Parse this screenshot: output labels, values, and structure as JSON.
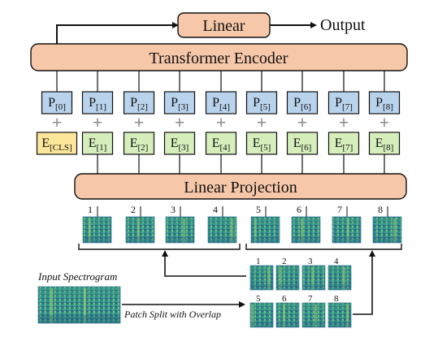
{
  "top": {
    "linear": "Linear",
    "output": "Output"
  },
  "encoder": {
    "label": "Transformer Encoder"
  },
  "projection": {
    "label": "Linear Projection"
  },
  "position_tokens": [
    {
      "base": "P",
      "sub": "[0]"
    },
    {
      "base": "P",
      "sub": "[1]"
    },
    {
      "base": "P",
      "sub": "[2]"
    },
    {
      "base": "P",
      "sub": "[3]"
    },
    {
      "base": "P",
      "sub": "[4]"
    },
    {
      "base": "P",
      "sub": "[5]"
    },
    {
      "base": "P",
      "sub": "[6]"
    },
    {
      "base": "P",
      "sub": "[7]"
    },
    {
      "base": "P",
      "sub": "[8]"
    }
  ],
  "embed_tokens": [
    {
      "base": "E",
      "sub": "[CLS]"
    },
    {
      "base": "E",
      "sub": "[1]"
    },
    {
      "base": "E",
      "sub": "[2]"
    },
    {
      "base": "E",
      "sub": "[3]"
    },
    {
      "base": "E",
      "sub": "[4]"
    },
    {
      "base": "E",
      "sub": "[5]"
    },
    {
      "base": "E",
      "sub": "[6]"
    },
    {
      "base": "E",
      "sub": "[7]"
    },
    {
      "base": "E",
      "sub": "[8]"
    }
  ],
  "plus_sign": "+",
  "patch_numbers": [
    "1",
    "2",
    "3",
    "4",
    "5",
    "6",
    "7",
    "8"
  ],
  "split_numbers": [
    "1",
    "2",
    "3",
    "4",
    "5",
    "6",
    "7",
    "8"
  ],
  "input_label": "Input Spectrogram",
  "split_label": "Patch Split with Overlap",
  "colors": {
    "orange_fill": "#f6c7a8",
    "blue_fill": "#b9d3ec",
    "green_fill": "#d5eebc",
    "yellow_fill": "#fbe69a",
    "plus": "#8c8c8c",
    "spec_dark": "#2a6b8a",
    "spec_mid": "#3f9f86",
    "spec_light": "#9fd06a"
  }
}
